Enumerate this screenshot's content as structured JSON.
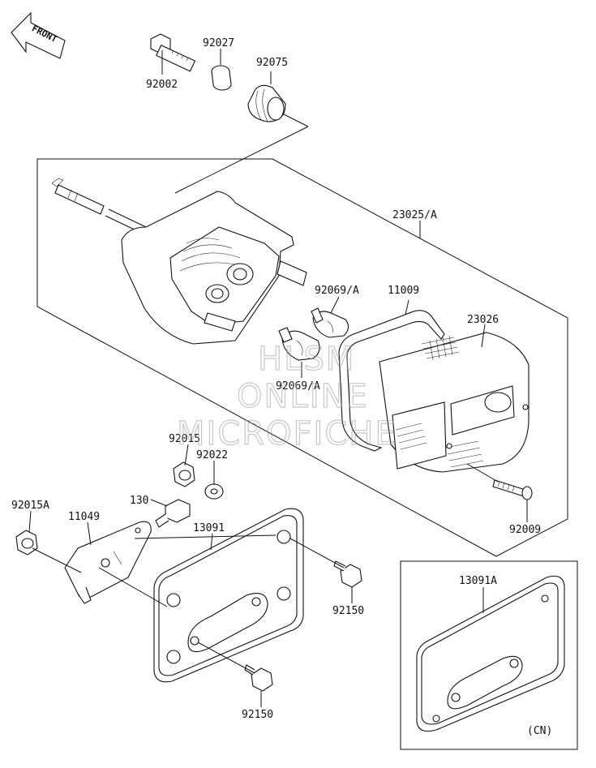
{
  "orientation": {
    "text": "FRONT"
  },
  "part_labels": {
    "p92002": "92002",
    "p92027": "92027",
    "p92075": "92075",
    "p23025A": "23025/A",
    "p92069A_1": "92069/A",
    "p11009": "11009",
    "p23026": "23026",
    "p92069A_2": "92069/A",
    "p92015": "92015",
    "p92022": "92022",
    "p92015A": "92015A",
    "p11049": "11049",
    "p130": "130",
    "p13091": "13091",
    "p92009": "92009",
    "p92150_1": "92150",
    "p92150_2": "92150",
    "p13091A": "13091A",
    "cn": "(CN)"
  },
  "watermark": {
    "line1": "HLSM",
    "line2": "ONLINE",
    "line3": "MICROFICHE"
  }
}
